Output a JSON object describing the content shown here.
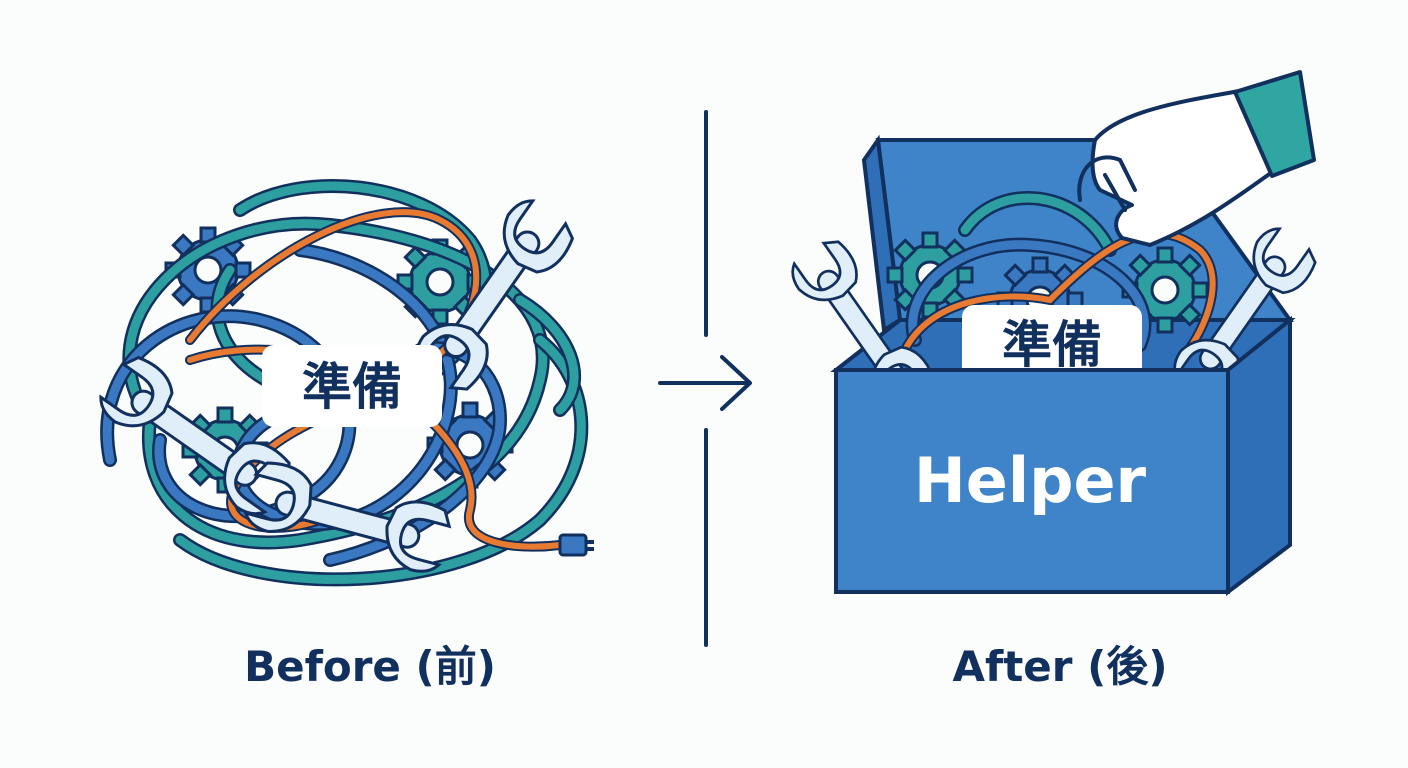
{
  "before": {
    "label_tag": "準備",
    "caption": "Before (前)"
  },
  "after": {
    "label_tag": "準備",
    "box_label": "Helper",
    "caption": "After (後)"
  },
  "icons": {
    "transition": "arrow-right-icon",
    "tools": [
      "wrench-icon",
      "gear-icon",
      "cable-icon",
      "hand-icon",
      "toolbox-icon"
    ]
  },
  "colors": {
    "navy": "#12305e",
    "blue": "#3a78c2",
    "teal": "#2e9fa1",
    "orange": "#e87a32",
    "box_blue": "#3f83c9",
    "cuff_teal": "#2fa6a2",
    "tool_light": "#dfeef9"
  }
}
